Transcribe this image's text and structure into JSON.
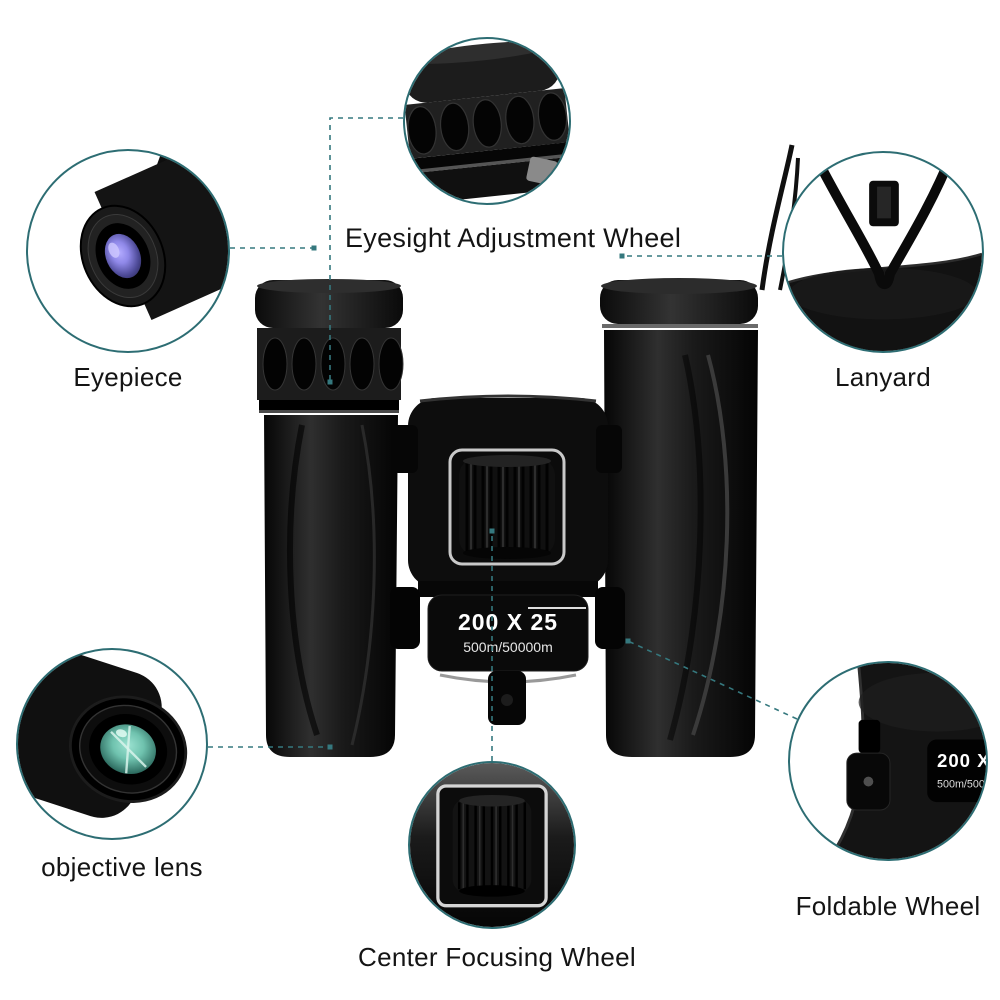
{
  "product": {
    "model": "200 X 25",
    "range": "500m/50000m"
  },
  "callouts": {
    "eyesight_adjustment_wheel": {
      "label": "Eyesight Adjustment Wheel"
    },
    "eyepiece": {
      "label": "Eyepiece"
    },
    "lanyard": {
      "label": "Lanyard"
    },
    "objective_lens": {
      "label": "objective lens"
    },
    "center_focusing_wheel": {
      "label": "Center Focusing Wheel"
    },
    "foldable_wheel": {
      "label": "Foldable Wheel"
    }
  },
  "colors": {
    "accent_teal": "#2d6d73",
    "connector_teal": "#35787e",
    "lens_blue": "#8f88e8",
    "lens_green": "#83d4c2",
    "body_black": "#0d0d0d",
    "background": "#ffffff"
  }
}
